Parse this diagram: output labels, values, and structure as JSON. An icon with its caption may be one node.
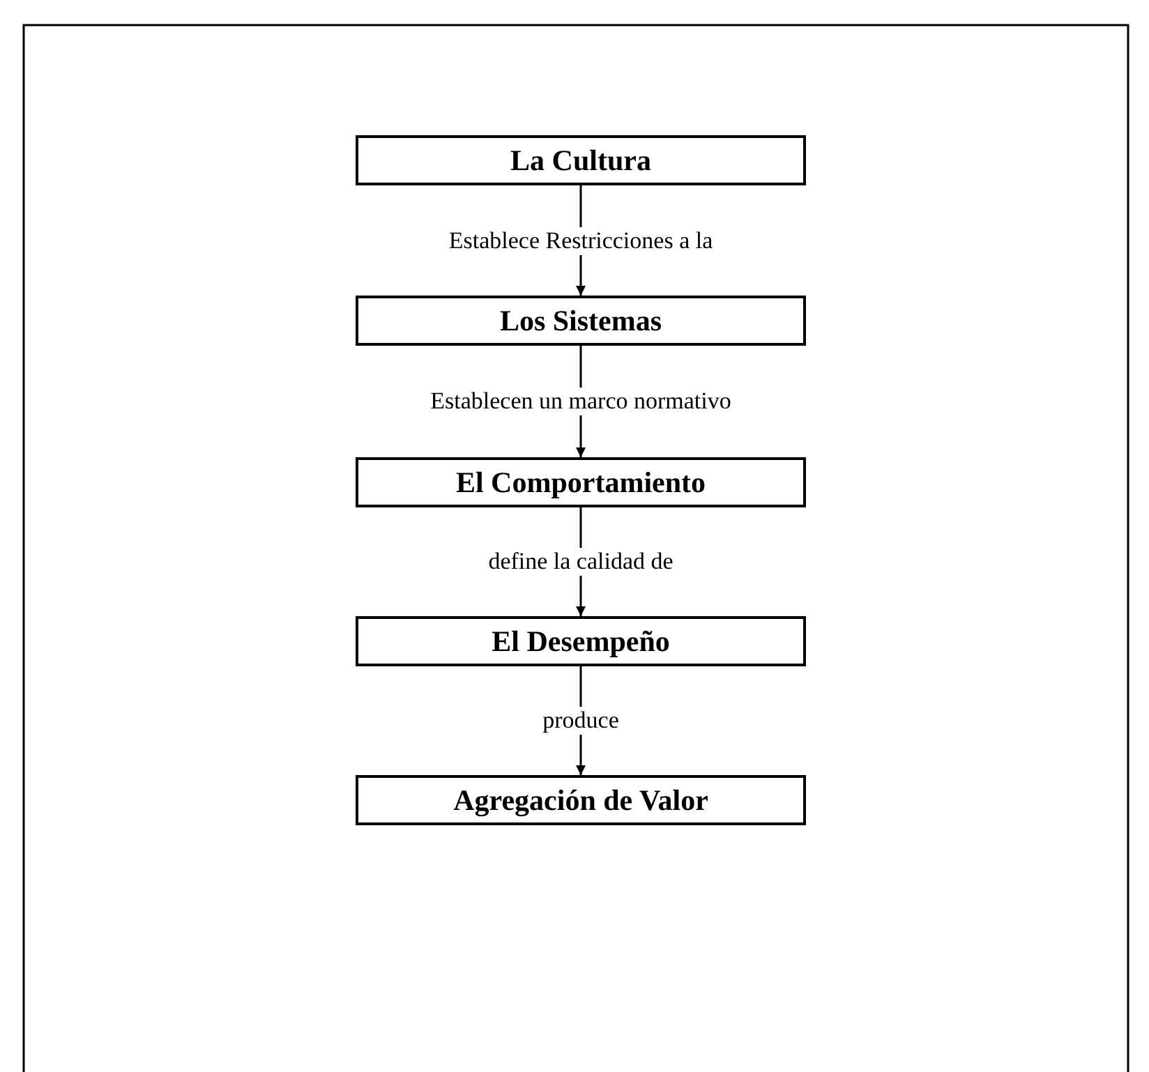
{
  "diagram": {
    "nodes": [
      {
        "text": [
          "La Cultura"
        ]
      },
      {
        "text": [
          "Los Sistemas"
        ]
      },
      {
        "text": [
          "El Comportamiento"
        ]
      },
      {
        "text": [
          "El Desempeño"
        ]
      },
      {
        "text": [
          "Agregación de Valor"
        ]
      }
    ],
    "edges": [
      {
        "from": 0,
        "to": 1,
        "arrow": "to",
        "label": "Establece Restricciones a la"
      },
      {
        "from": 1,
        "to": 2,
        "arrow": "to",
        "label": "Establecen un marco normativo"
      },
      {
        "from": 2,
        "to": 3,
        "arrow": "to",
        "label": "define la calidad de"
      },
      {
        "from": 3,
        "to": 4,
        "arrow": "to",
        "label": "produce"
      }
    ]
  }
}
